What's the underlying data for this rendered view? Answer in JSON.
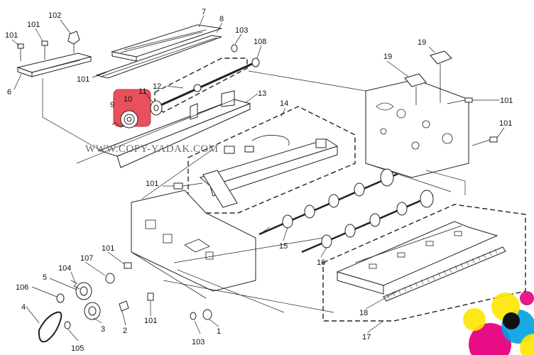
{
  "watermark": "WWW.COPY-YADAK.COM",
  "highlight_color": "#e8505b",
  "callouts": {
    "c1": "1",
    "c2": "2",
    "c3": "3",
    "c4": "4",
    "c5": "5",
    "c6": "6",
    "c7": "7",
    "c8": "8",
    "c9": "9",
    "c10": "10",
    "c11": "11",
    "c12": "12",
    "c13": "13",
    "c14": "14",
    "c15": "15",
    "c16": "16",
    "c17": "17",
    "c18": "18",
    "c19a": "19",
    "c19b": "19",
    "c101a": "101",
    "c101b": "101",
    "c101c": "101",
    "c101d": "101",
    "c101e": "101",
    "c101f": "101",
    "c101g": "101",
    "c101h": "101",
    "c102": "102",
    "c103a": "103",
    "c103b": "103",
    "c104": "104",
    "c105": "105",
    "c106": "106",
    "c107": "107",
    "c108": "108"
  }
}
